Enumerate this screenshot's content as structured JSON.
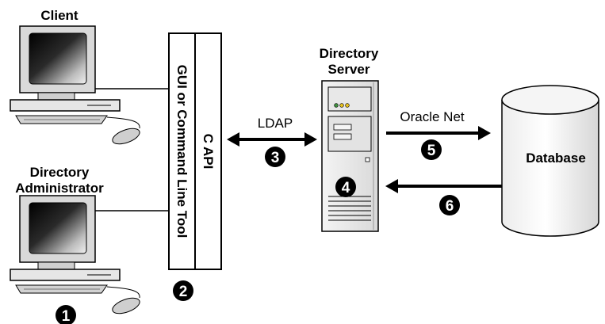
{
  "labels": {
    "client": "Client",
    "directory_administrator_line1": "Directory",
    "directory_administrator_line2": "Administrator",
    "gui_tool": "GUI or Command Line Tool",
    "c_api": "C API",
    "directory_server_line1": "Directory",
    "directory_server_line2": "Server",
    "ldap": "LDAP",
    "oracle_net": "Oracle Net",
    "database": "Database"
  },
  "steps": [
    "1",
    "2",
    "3",
    "4",
    "5",
    "6"
  ]
}
